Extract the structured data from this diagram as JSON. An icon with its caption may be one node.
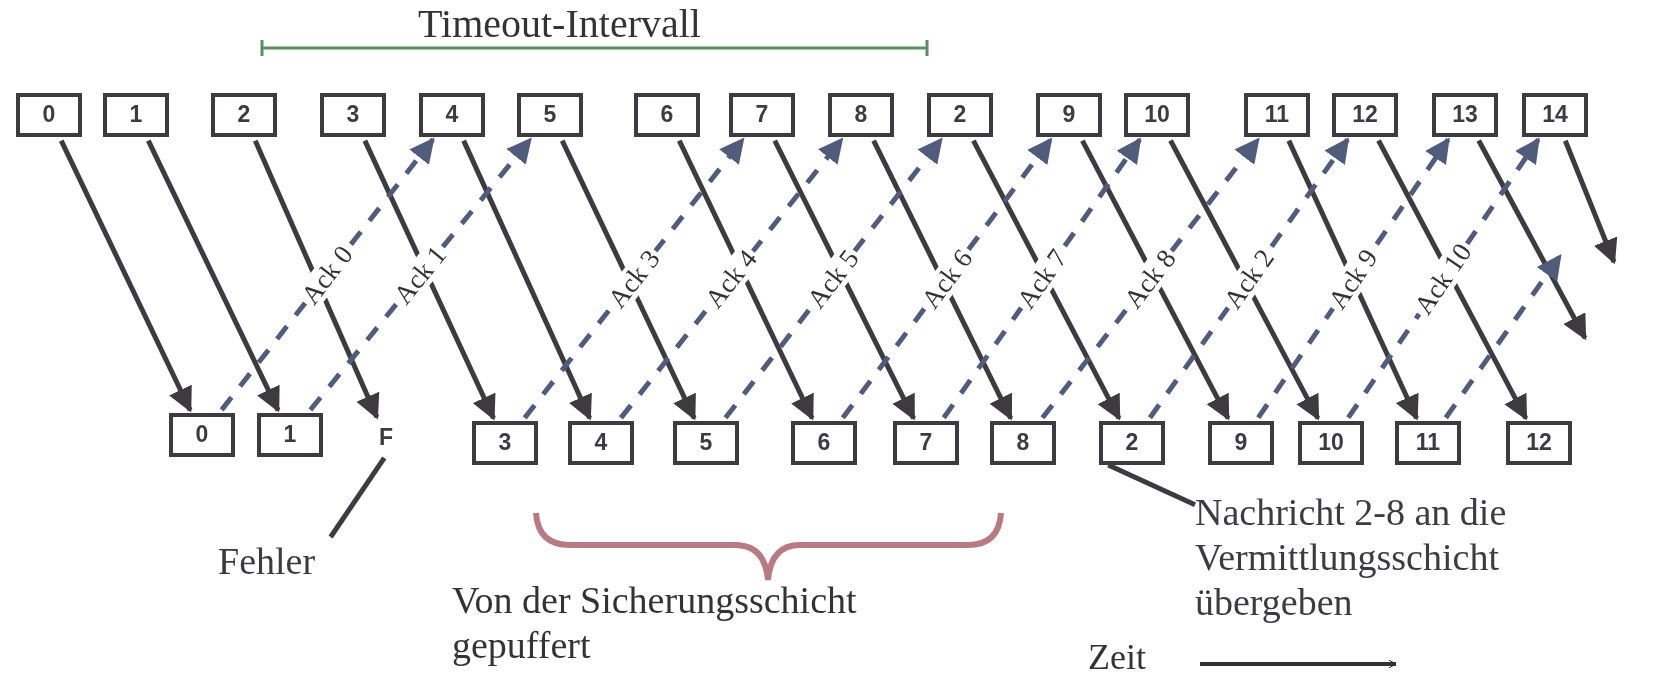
{
  "diagram": {
    "nodes": [
      {
        "text": [
          "0"
        ]
      },
      {
        "text": [
          "1"
        ]
      },
      {
        "text": [
          "2"
        ]
      },
      {
        "text": [
          "3"
        ]
      },
      {
        "text": [
          "4"
        ]
      },
      {
        "text": [
          "5"
        ]
      },
      {
        "text": [
          "6"
        ]
      },
      {
        "text": [
          "7"
        ]
      },
      {
        "text": [
          "8"
        ]
      },
      {
        "text": [
          "2"
        ]
      },
      {
        "text": [
          "9"
        ]
      },
      {
        "text": [
          "10"
        ]
      },
      {
        "text": [
          "11"
        ]
      },
      {
        "text": [
          "12"
        ]
      },
      {
        "text": [
          "13"
        ]
      },
      {
        "text": [
          "14"
        ]
      },
      {
        "text": [
          "0"
        ]
      },
      {
        "text": [
          "1"
        ]
      },
      {
        "text": [
          "F"
        ]
      },
      {
        "text": [
          "3"
        ]
      },
      {
        "text": [
          "4"
        ]
      },
      {
        "text": [
          "5"
        ]
      },
      {
        "text": [
          "6"
        ]
      },
      {
        "text": [
          "7"
        ]
      },
      {
        "text": [
          "8"
        ]
      },
      {
        "text": [
          "2"
        ]
      },
      {
        "text": [
          "9"
        ]
      },
      {
        "text": [
          "10"
        ]
      },
      {
        "text": [
          "11"
        ]
      },
      {
        "text": [
          "12"
        ]
      },
      {
        "text": [
          "Fehler"
        ]
      },
      {
        "text": [
          "Nachricht 2-8 an die Vermittlungsschicht übergeben"
        ]
      }
    ],
    "edges": [
      {
        "from": 0,
        "to": 16,
        "arrow": "to"
      },
      {
        "from": 1,
        "to": 17,
        "arrow": "to"
      },
      {
        "from": 2,
        "to": 18,
        "arrow": "to"
      },
      {
        "from": 3,
        "to": 19,
        "arrow": "to"
      },
      {
        "from": 4,
        "to": 20,
        "arrow": "to"
      },
      {
        "from": 5,
        "to": 21,
        "arrow": "to"
      },
      {
        "from": 6,
        "to": 22,
        "arrow": "to"
      },
      {
        "from": 7,
        "to": 23,
        "arrow": "to"
      },
      {
        "from": 8,
        "to": 24,
        "arrow": "to"
      },
      {
        "from": 9,
        "to": 25,
        "arrow": "to"
      },
      {
        "from": 10,
        "to": 26,
        "arrow": "to"
      },
      {
        "from": 11,
        "to": 27,
        "arrow": "to"
      },
      {
        "from": 12,
        "to": 28,
        "arrow": "to"
      },
      {
        "from": 13,
        "to": 29,
        "arrow": "to"
      },
      {
        "from": 14,
        "to": null,
        "arrow": "to"
      },
      {
        "from": 15,
        "to": null,
        "arrow": "to"
      },
      {
        "from": 16,
        "to": 4,
        "arrow": "to",
        "label": "Ack 0",
        "style": "dashed",
        "color": "#515c7d"
      },
      {
        "from": 17,
        "to": 5,
        "arrow": "to",
        "label": "Ack 1",
        "style": "dashed",
        "color": "#515c7d"
      },
      {
        "from": 19,
        "to": 7,
        "arrow": "to",
        "label": "Ack 3",
        "style": "dashed",
        "color": "#515c7d"
      },
      {
        "from": 20,
        "to": 8,
        "arrow": "to",
        "label": "Ack 4",
        "style": "dashed",
        "color": "#515c7d"
      },
      {
        "from": 21,
        "to": 9,
        "arrow": "to",
        "label": "Ack 5",
        "style": "dashed",
        "color": "#515c7d"
      },
      {
        "from": 22,
        "to": 10,
        "arrow": "to",
        "label": "Ack 6",
        "style": "dashed",
        "color": "#515c7d"
      },
      {
        "from": 23,
        "to": 11,
        "arrow": "to",
        "label": "Ack 7",
        "style": "dashed",
        "color": "#515c7d"
      },
      {
        "from": 24,
        "to": 12,
        "arrow": "to",
        "label": "Ack 8",
        "style": "dashed",
        "color": "#515c7d"
      },
      {
        "from": 25,
        "to": 13,
        "arrow": "to",
        "label": "Ack 2",
        "style": "dashed",
        "color": "#515c7d"
      },
      {
        "from": 26,
        "to": 14,
        "arrow": "to",
        "label": "Ack 9",
        "style": "dashed",
        "color": "#515c7d"
      },
      {
        "from": 27,
        "to": 15,
        "arrow": "to",
        "label": "Ack 10",
        "style": "dashed",
        "color": "#515c7d"
      },
      {
        "from": 28,
        "to": null,
        "arrow": "to",
        "style": "dashed",
        "color": "#515c7d"
      },
      {
        "from": 30,
        "to": 18,
        "arrow": "none"
      },
      {
        "from": 31,
        "to": 25,
        "arrow": "none"
      }
    ],
    "labels": [
      "Timeout-Intervall",
      "Von der Sicherungsschicht gepuffert",
      "Zeit"
    ]
  }
}
